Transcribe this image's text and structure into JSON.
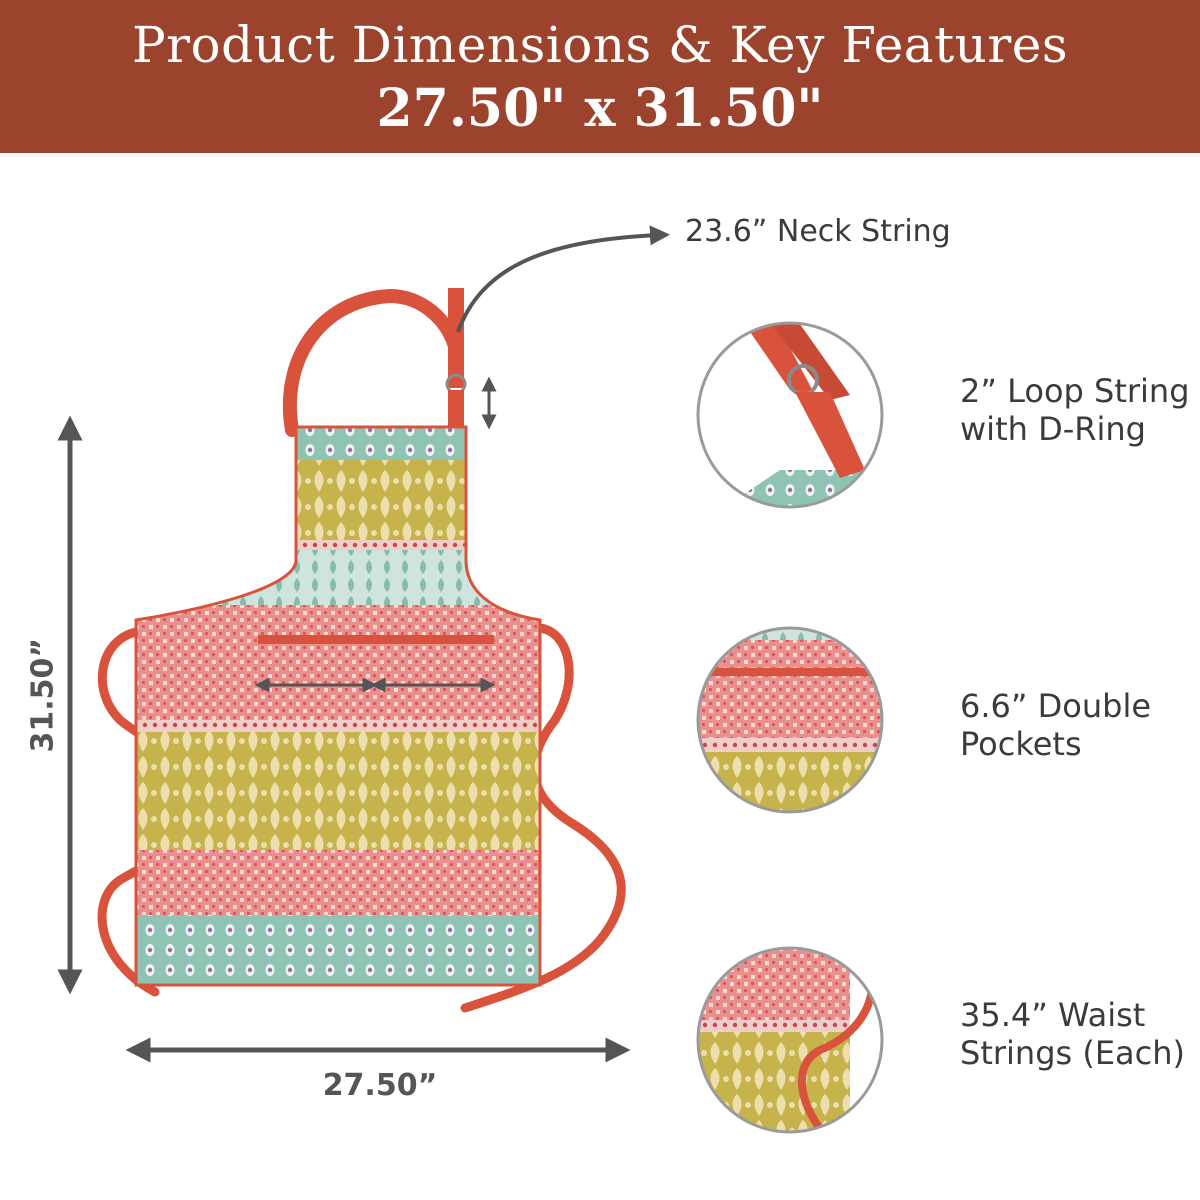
{
  "header": {
    "title": "Product Dimensions & Key Features",
    "size": "27.50\" x 31.50\""
  },
  "dimensions": {
    "height": "31.50”",
    "width": "27.50”"
  },
  "features": {
    "neck_string": "23.6” Neck String",
    "loop_line1": "2” Loop String",
    "loop_line2": "with D-Ring",
    "pockets_line1": "6.6” Double",
    "pockets_line2": "Pockets",
    "waist_line1": "35.4” Waist",
    "waist_line2": "Strings (Each)"
  },
  "colors": {
    "banner": "#9c432d",
    "strap": "#d9533c",
    "teal": "#8fc5b6",
    "mustard": "#c4b04a",
    "coral": "#e07a7a"
  }
}
